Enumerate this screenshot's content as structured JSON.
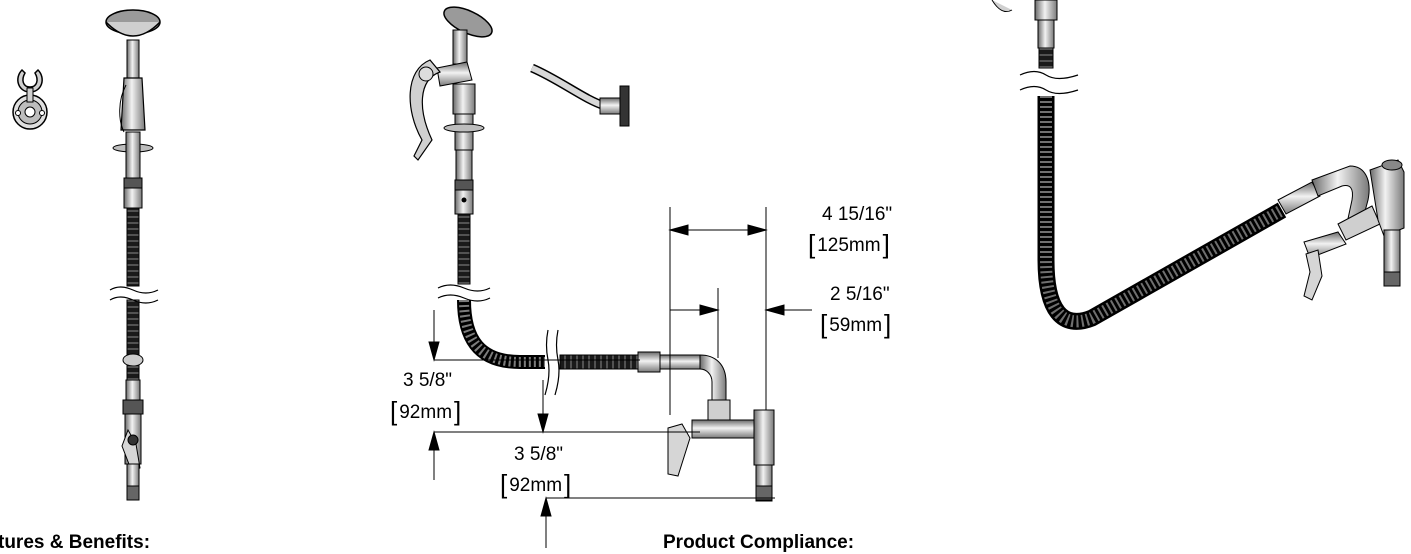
{
  "dimensions": {
    "width_a": {
      "imperial": "4 15/16\"",
      "metric": "125mm"
    },
    "width_b": {
      "imperial": "2 5/16\"",
      "metric": "59mm"
    },
    "height_a": {
      "imperial": "3 5/8\"",
      "metric": "92mm"
    },
    "height_b": {
      "imperial": "3 5/8\"",
      "metric": "92mm"
    }
  },
  "sections": {
    "features_heading": "tures & Benefits:",
    "compliance_heading": "Product Compliance:"
  },
  "colors": {
    "line": "#000000",
    "metal_light": "#d9d9d9",
    "metal_mid": "#9a9a9a",
    "metal_dark": "#555555",
    "hose": "#1a1a1a"
  }
}
